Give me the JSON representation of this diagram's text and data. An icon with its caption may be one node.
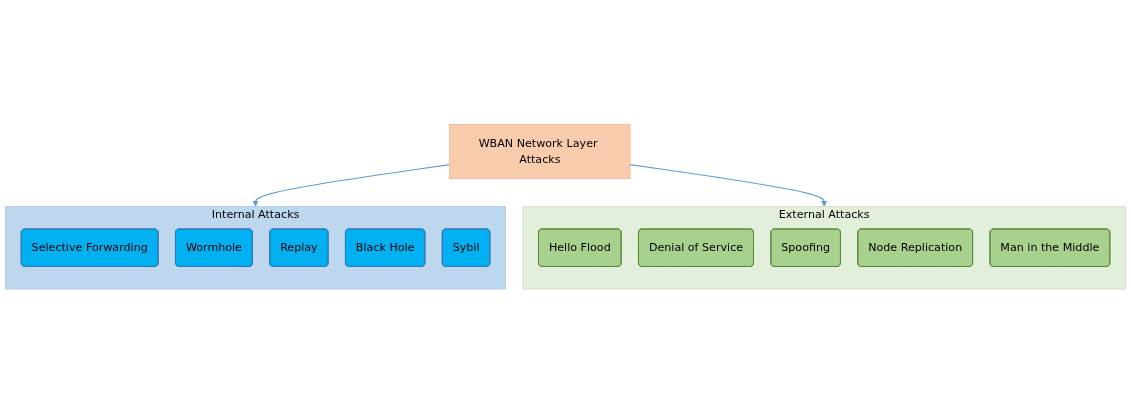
{
  "diagram": {
    "nodes": [
      {
        "text": [
          "WBAN Network Layer Attacks"
        ]
      },
      {
        "text": [
          "Internal Attacks"
        ]
      },
      {
        "text": [
          "Selective Forwarding"
        ],
        "in": 1
      },
      {
        "text": [
          "Wormhole"
        ],
        "in": 1
      },
      {
        "text": [
          "Replay"
        ],
        "in": 1
      },
      {
        "text": [
          "Black Hole"
        ],
        "in": 1
      },
      {
        "text": [
          "Sybil"
        ],
        "in": 1
      },
      {
        "text": [
          "External Attacks"
        ]
      },
      {
        "text": [
          "Hello Flood"
        ],
        "in": 7
      },
      {
        "text": [
          "Denial of Service"
        ],
        "in": 7
      },
      {
        "text": [
          "Spoofing"
        ],
        "in": 7
      },
      {
        "text": [
          "Node Replication"
        ],
        "in": 7
      },
      {
        "text": [
          "Man in the Middle"
        ],
        "in": 7
      }
    ],
    "edges": [
      {
        "from": 0,
        "to": 1,
        "arrow": "to"
      },
      {
        "from": 0,
        "to": 7,
        "arrow": "to"
      }
    ]
  }
}
